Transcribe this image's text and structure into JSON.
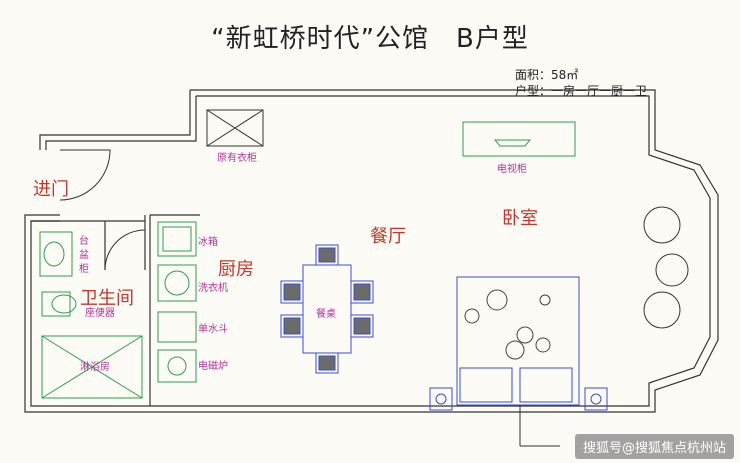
{
  "title": "“新虹桥时代”公馆　B户型",
  "info": {
    "area": "面积：58㎡",
    "layout": "户型：一房一厅一厨一卫"
  },
  "rooms": {
    "entrance": "进门",
    "bathroom": "卫生间",
    "kitchen": "厨房",
    "dining": "餐厅",
    "bedroom": "卧室"
  },
  "fixtures": {
    "wardrobe": "原有衣柜",
    "tv_cabinet": "电视柜",
    "basin_cabinet": "台盆柜",
    "toilet": "座便器",
    "shower": "淋浴房",
    "fridge": "冰箱",
    "washer": "洗衣机",
    "sink": "单水斗",
    "stove": "电磁炉",
    "table": "餐桌"
  },
  "watermark": "搜狐号@搜狐焦点杭州站",
  "colors": {
    "wall": "#333333",
    "room_label": "#c0382b",
    "fixture_label": "#b0359c",
    "furniture": "#3a4fd0",
    "cabinet": "#2e9e4f"
  }
}
